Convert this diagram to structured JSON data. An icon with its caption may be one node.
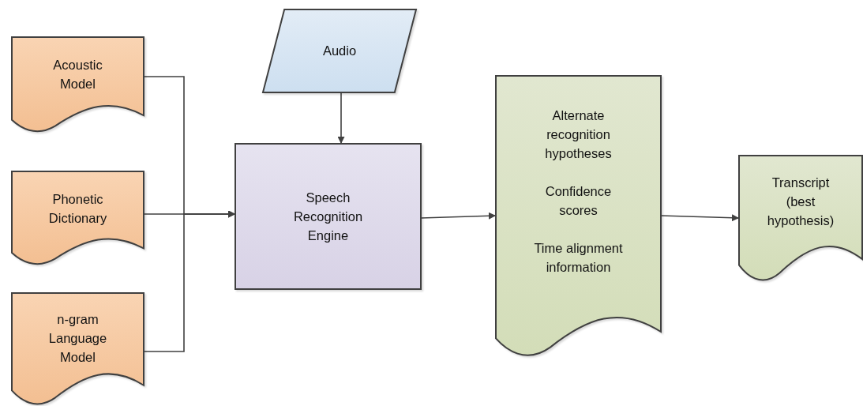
{
  "diagram": {
    "nodes": [
      {
        "text": [
          "Acoustic Model"
        ]
      },
      {
        "text": [
          "Phonetic Dictionary"
        ]
      },
      {
        "text": [
          "n-gram Language Model"
        ]
      },
      {
        "text": [
          "Audio"
        ]
      },
      {
        "text": [
          "Speech Recognition Engine"
        ]
      },
      {
        "text": [
          "Alternate recognition hypotheses",
          "Confidence scores",
          "Time alignment information"
        ]
      },
      {
        "text": [
          "Transcript (best hypothesis)"
        ]
      }
    ],
    "edges": [
      {
        "from": 0,
        "to": 4,
        "arrow": "to"
      },
      {
        "from": 1,
        "to": 4,
        "arrow": "to"
      },
      {
        "from": 2,
        "to": 4,
        "arrow": "to"
      },
      {
        "from": 3,
        "to": 4,
        "arrow": "to"
      },
      {
        "from": 4,
        "to": 5,
        "arrow": "to"
      },
      {
        "from": 5,
        "to": 6,
        "arrow": "to"
      }
    ]
  }
}
